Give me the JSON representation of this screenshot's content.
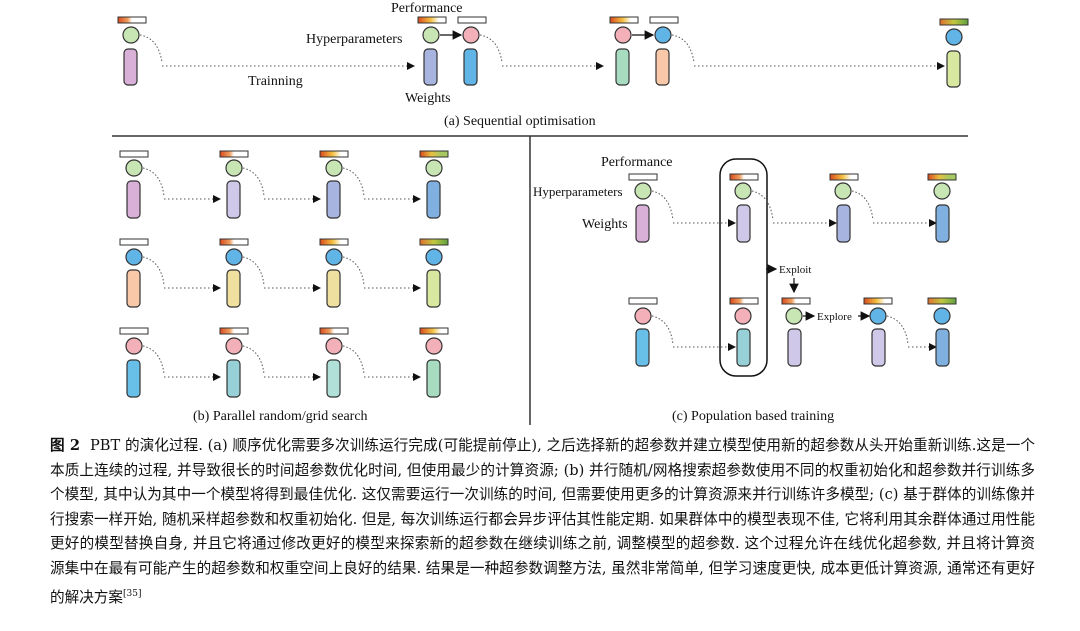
{
  "panel_a": {
    "caption": "(a) Sequential optimisation",
    "labels": {
      "performance": "Performance",
      "hyperparameters": "Hyperparameters",
      "training": "Trainning",
      "weights": "Weights"
    }
  },
  "panel_b": {
    "caption": "(b) Parallel random/grid search"
  },
  "panel_c": {
    "caption": "(c) Population based training",
    "labels": {
      "performance": "Performance",
      "hyperparameters": "Hyperparameters",
      "weights": "Weights",
      "exploit": "Exploit",
      "explore": "Explore"
    }
  },
  "colors": {
    "green": "#c8e6b4",
    "blue": "#60b4e6",
    "pink": "#f4b0b8",
    "purple": "#d8b0d8",
    "lavender": "#d0c8e8",
    "periwinkle": "#a8b4e0",
    "steel_blue": "#80b0e0",
    "peach": "#f8c8a8",
    "mint": "#a8dcc0",
    "yellow": "#f0e0a0",
    "lime": "#d8e8a0",
    "teal": "#98d0d8",
    "light_teal": "#b0e0d8",
    "sky": "#68c0e8"
  },
  "caption": {
    "fig_num": "图 2",
    "text": "PBT 的演化过程. (a) 顺序优化需要多次训练运行完成(可能提前停止), 之后选择新的超参数并建立模型使用新的超参数从头开始重新训练.这是一个本质上连续的过程, 并导致很长的时间超参数优化时间, 但使用最少的计算资源; (b) 并行随机/网格搜索超参数使用不同的权重初始化和超参数并行训练多个模型, 其中认为其中一个模型将得到最佳优化. 这仅需要运行一次训练的时间, 但需要使用更多的计算资源来并行训练许多模型; (c) 基于群体的训练像并行搜索一样开始, 随机采样超参数和权重初始化. 但是, 每次训练运行都会异步评估其性能定期. 如果群体中的模型表现不佳, 它将利用其余群体通过用性能更好的模型替换自身, 并且它将通过修改更好的模型来探索新的超参数在继续训练之前, 调整模型的超参数. 这个过程允许在线优化超参数, 并且将计算资源集中在最有可能产生的超参数和权重空间上良好的结果. 结果是一种超参数调整方法, 虽然非常简单, 但学习速度更快, 成本更低计算资源, 通常还有更好的解决方案",
    "ref": "[35]"
  }
}
